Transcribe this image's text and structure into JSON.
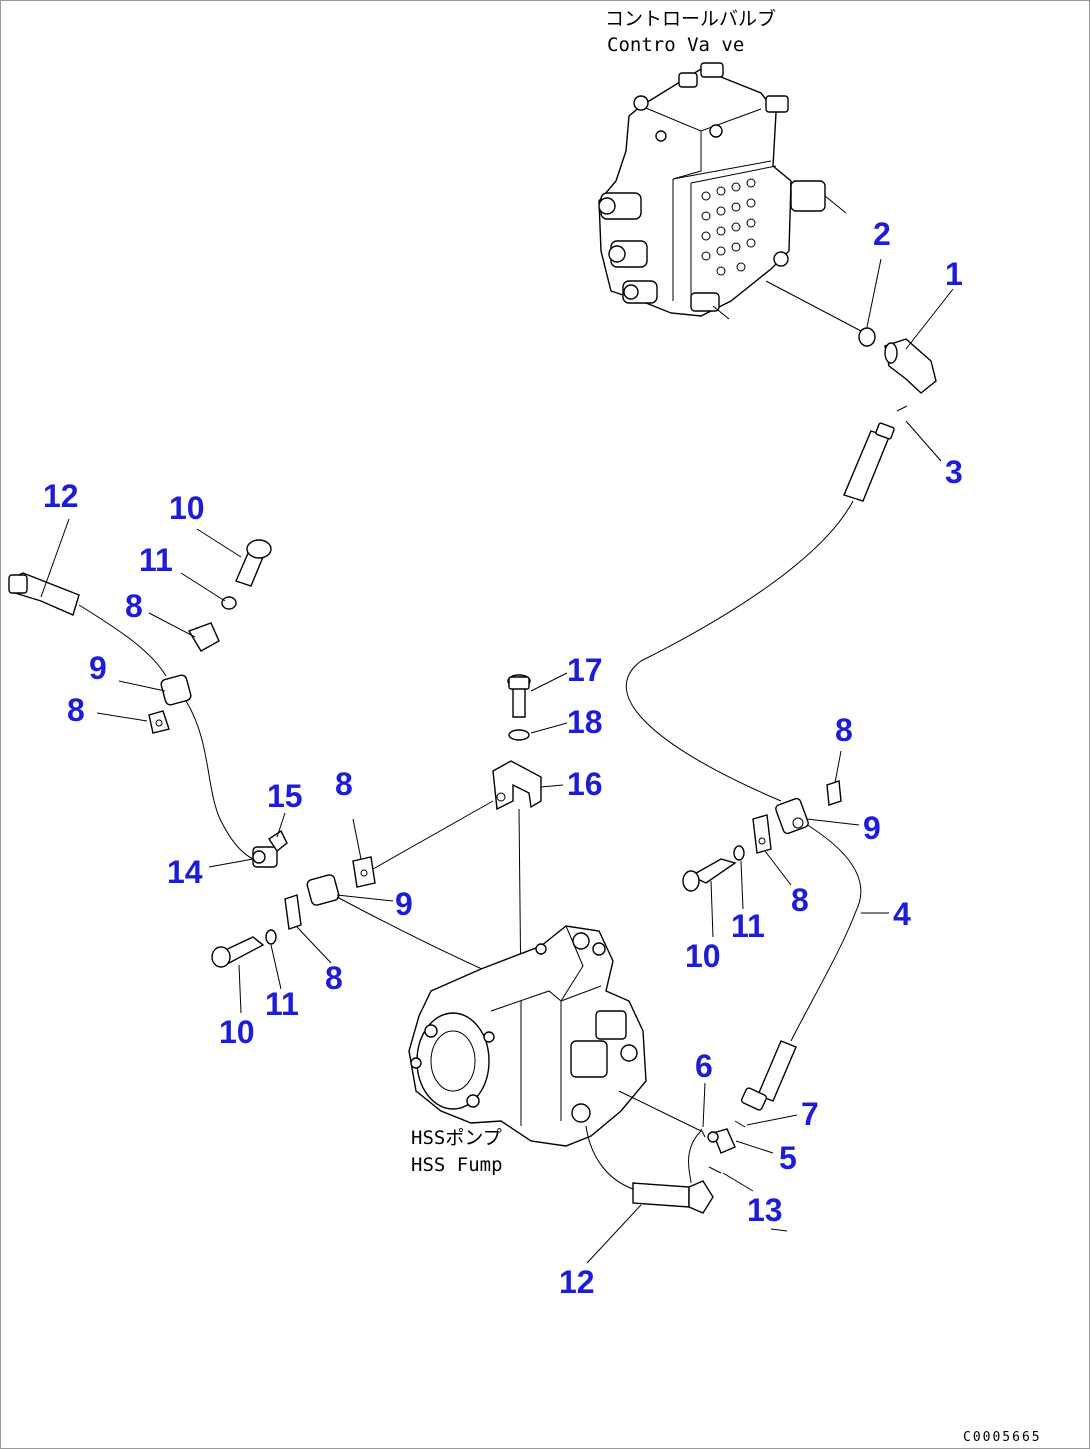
{
  "labels": {
    "control_valve_jp": "コントロールバルブ",
    "control_valve_en": "Contro  Va ve",
    "pump_jp": "HSSポンプ",
    "pump_en": "HSS Fump",
    "drawing_code": "C0005665"
  },
  "callouts": [
    {
      "id": "c1",
      "text": "1"
    },
    {
      "id": "c2",
      "text": "2"
    },
    {
      "id": "c3",
      "text": "3"
    },
    {
      "id": "c4",
      "text": "4"
    },
    {
      "id": "c5",
      "text": "5"
    },
    {
      "id": "c6",
      "text": "6"
    },
    {
      "id": "c7",
      "text": "7"
    },
    {
      "id": "c8a",
      "text": "8"
    },
    {
      "id": "c8b",
      "text": "8"
    },
    {
      "id": "c8c",
      "text": "8"
    },
    {
      "id": "c8d",
      "text": "8"
    },
    {
      "id": "c8e",
      "text": "8"
    },
    {
      "id": "c8f",
      "text": "8"
    },
    {
      "id": "c9a",
      "text": "9"
    },
    {
      "id": "c9b",
      "text": "9"
    },
    {
      "id": "c9c",
      "text": "9"
    },
    {
      "id": "c10a",
      "text": "10"
    },
    {
      "id": "c10b",
      "text": "10"
    },
    {
      "id": "c10c",
      "text": "10"
    },
    {
      "id": "c11a",
      "text": "11"
    },
    {
      "id": "c11b",
      "text": "11"
    },
    {
      "id": "c11c",
      "text": "11"
    },
    {
      "id": "c12a",
      "text": "12"
    },
    {
      "id": "c12b",
      "text": "12"
    },
    {
      "id": "c13",
      "text": "13"
    },
    {
      "id": "c14",
      "text": "14"
    },
    {
      "id": "c15",
      "text": "15"
    },
    {
      "id": "c16",
      "text": "16"
    },
    {
      "id": "c17",
      "text": "17"
    },
    {
      "id": "c18",
      "text": "18"
    }
  ],
  "colors": {
    "callout": "#1d1dd9",
    "line": "#000000",
    "background": "#ffffff"
  }
}
